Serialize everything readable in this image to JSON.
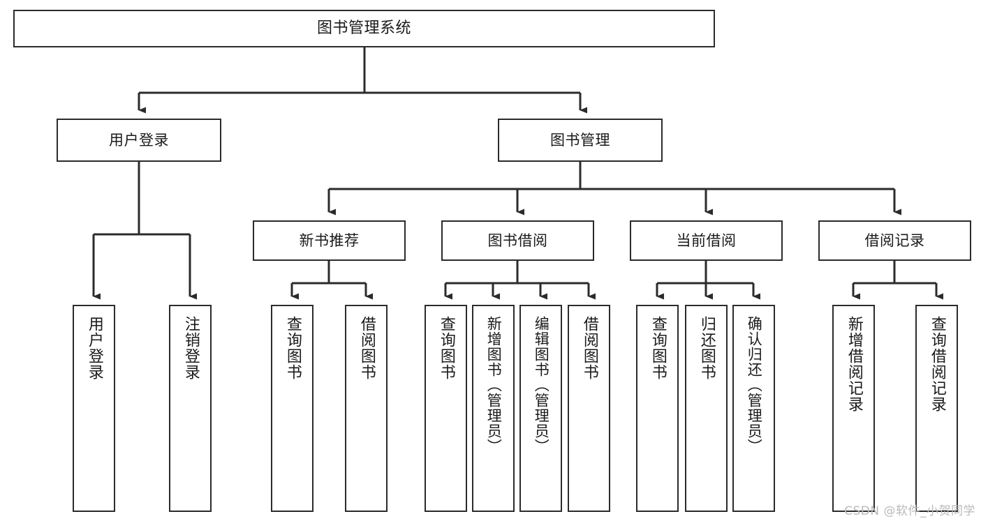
{
  "diagram": {
    "title": "图书管理系统",
    "type": "tree-hierarchy-chart",
    "watermark": "CSDN @软件_小贺同学",
    "colors": {
      "stroke": "#2b2b2b",
      "fill": "#ffffff",
      "text": "#1a1a1a",
      "watermark": "#b9b9b9"
    }
  },
  "nodes": {
    "root": {
      "label": "图书管理系统"
    },
    "level2": [
      {
        "id": "user-login",
        "label": "用户登录"
      },
      {
        "id": "book-manage",
        "label": "图书管理"
      }
    ],
    "level3": [
      {
        "id": "new-book-recommend",
        "label": "新书推荐"
      },
      {
        "id": "book-borrow",
        "label": "图书借阅"
      },
      {
        "id": "current-borrow",
        "label": "当前借阅"
      },
      {
        "id": "borrow-record",
        "label": "借阅记录"
      }
    ],
    "leaves": {
      "user_login": [
        {
          "id": "leaf-user-login",
          "label": "用户登录"
        },
        {
          "id": "leaf-logout-login",
          "label": "注销登录"
        }
      ],
      "new_book_recommend": [
        {
          "id": "leaf-query-book-1",
          "label": "查询图书"
        },
        {
          "id": "leaf-borrow-book-1",
          "label": "借阅图书"
        }
      ],
      "book_borrow": [
        {
          "id": "leaf-query-book-2",
          "label": "查询图书"
        },
        {
          "id": "leaf-add-book",
          "label": "新增图书（管理员）"
        },
        {
          "id": "leaf-edit-book",
          "label": "编辑图书（管理员）"
        },
        {
          "id": "leaf-borrow-book-2",
          "label": "借阅图书"
        }
      ],
      "current_borrow": [
        {
          "id": "leaf-query-book-3",
          "label": "查询图书"
        },
        {
          "id": "leaf-return-book",
          "label": "归还图书"
        },
        {
          "id": "leaf-confirm-return",
          "label": "确认归还（管理员）"
        }
      ],
      "borrow_record": [
        {
          "id": "leaf-add-record",
          "label": "新增借阅记录"
        },
        {
          "id": "leaf-query-record",
          "label": "查询借阅记录"
        }
      ]
    }
  }
}
